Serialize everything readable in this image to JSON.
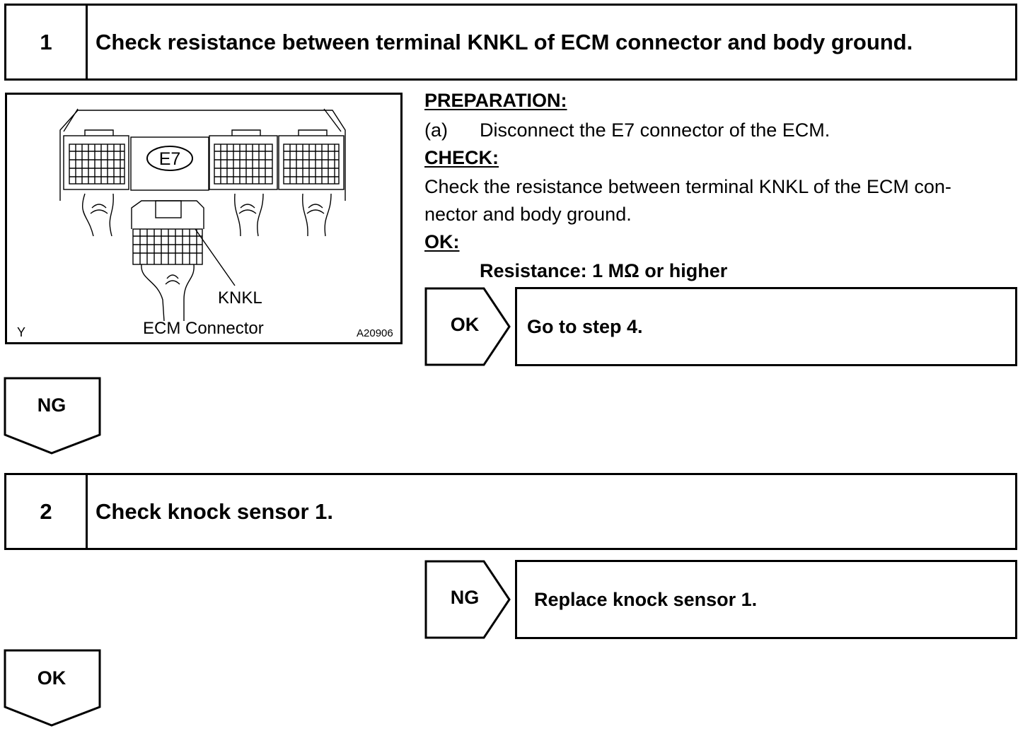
{
  "step1": {
    "number": "1",
    "title": "Check resistance between terminal KNKL of ECM connector and body ground."
  },
  "figure": {
    "connector_label": "E7",
    "terminal_label": "KNKL",
    "caption": "ECM Connector",
    "corner_mark": "Y",
    "figure_code": "A20906"
  },
  "instructions": {
    "preparation_heading": "PREPARATION:",
    "prep_item_label": "(a)",
    "prep_item_text": "Disconnect the E7 connector of the ECM.",
    "check_heading": "CHECK:",
    "check_line1": "Check the resistance between terminal KNKL of the ECM con-",
    "check_line2": "nector and body ground.",
    "ok_heading": "OK:",
    "ok_spec": "Resistance: 1 MΩ or higher"
  },
  "result1": {
    "tag": "OK",
    "action": "Go to step 4."
  },
  "branch1": {
    "tag": "NG"
  },
  "step2": {
    "number": "2",
    "title": "Check knock sensor 1."
  },
  "result2": {
    "tag": "NG",
    "action": "Replace knock sensor 1."
  },
  "branch2": {
    "tag": "OK"
  }
}
